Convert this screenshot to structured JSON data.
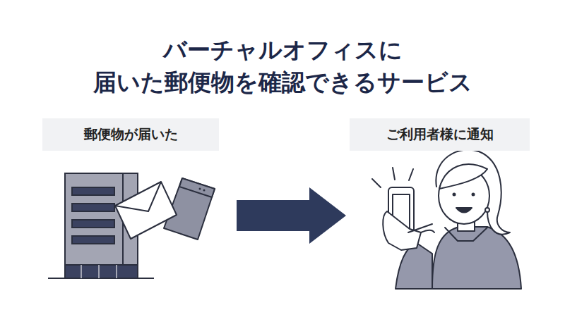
{
  "diagram": {
    "title": "バーチャルオフィスに 届いた郵便物を確認できるサービス",
    "nodes": [
      {
        "text": [
          "郵便物が届いた"
        ]
      },
      {
        "text": [
          "ご利用者様に通知"
        ]
      }
    ],
    "edges": [
      {
        "from": 0,
        "to": 1,
        "arrow": "to"
      }
    ]
  }
}
